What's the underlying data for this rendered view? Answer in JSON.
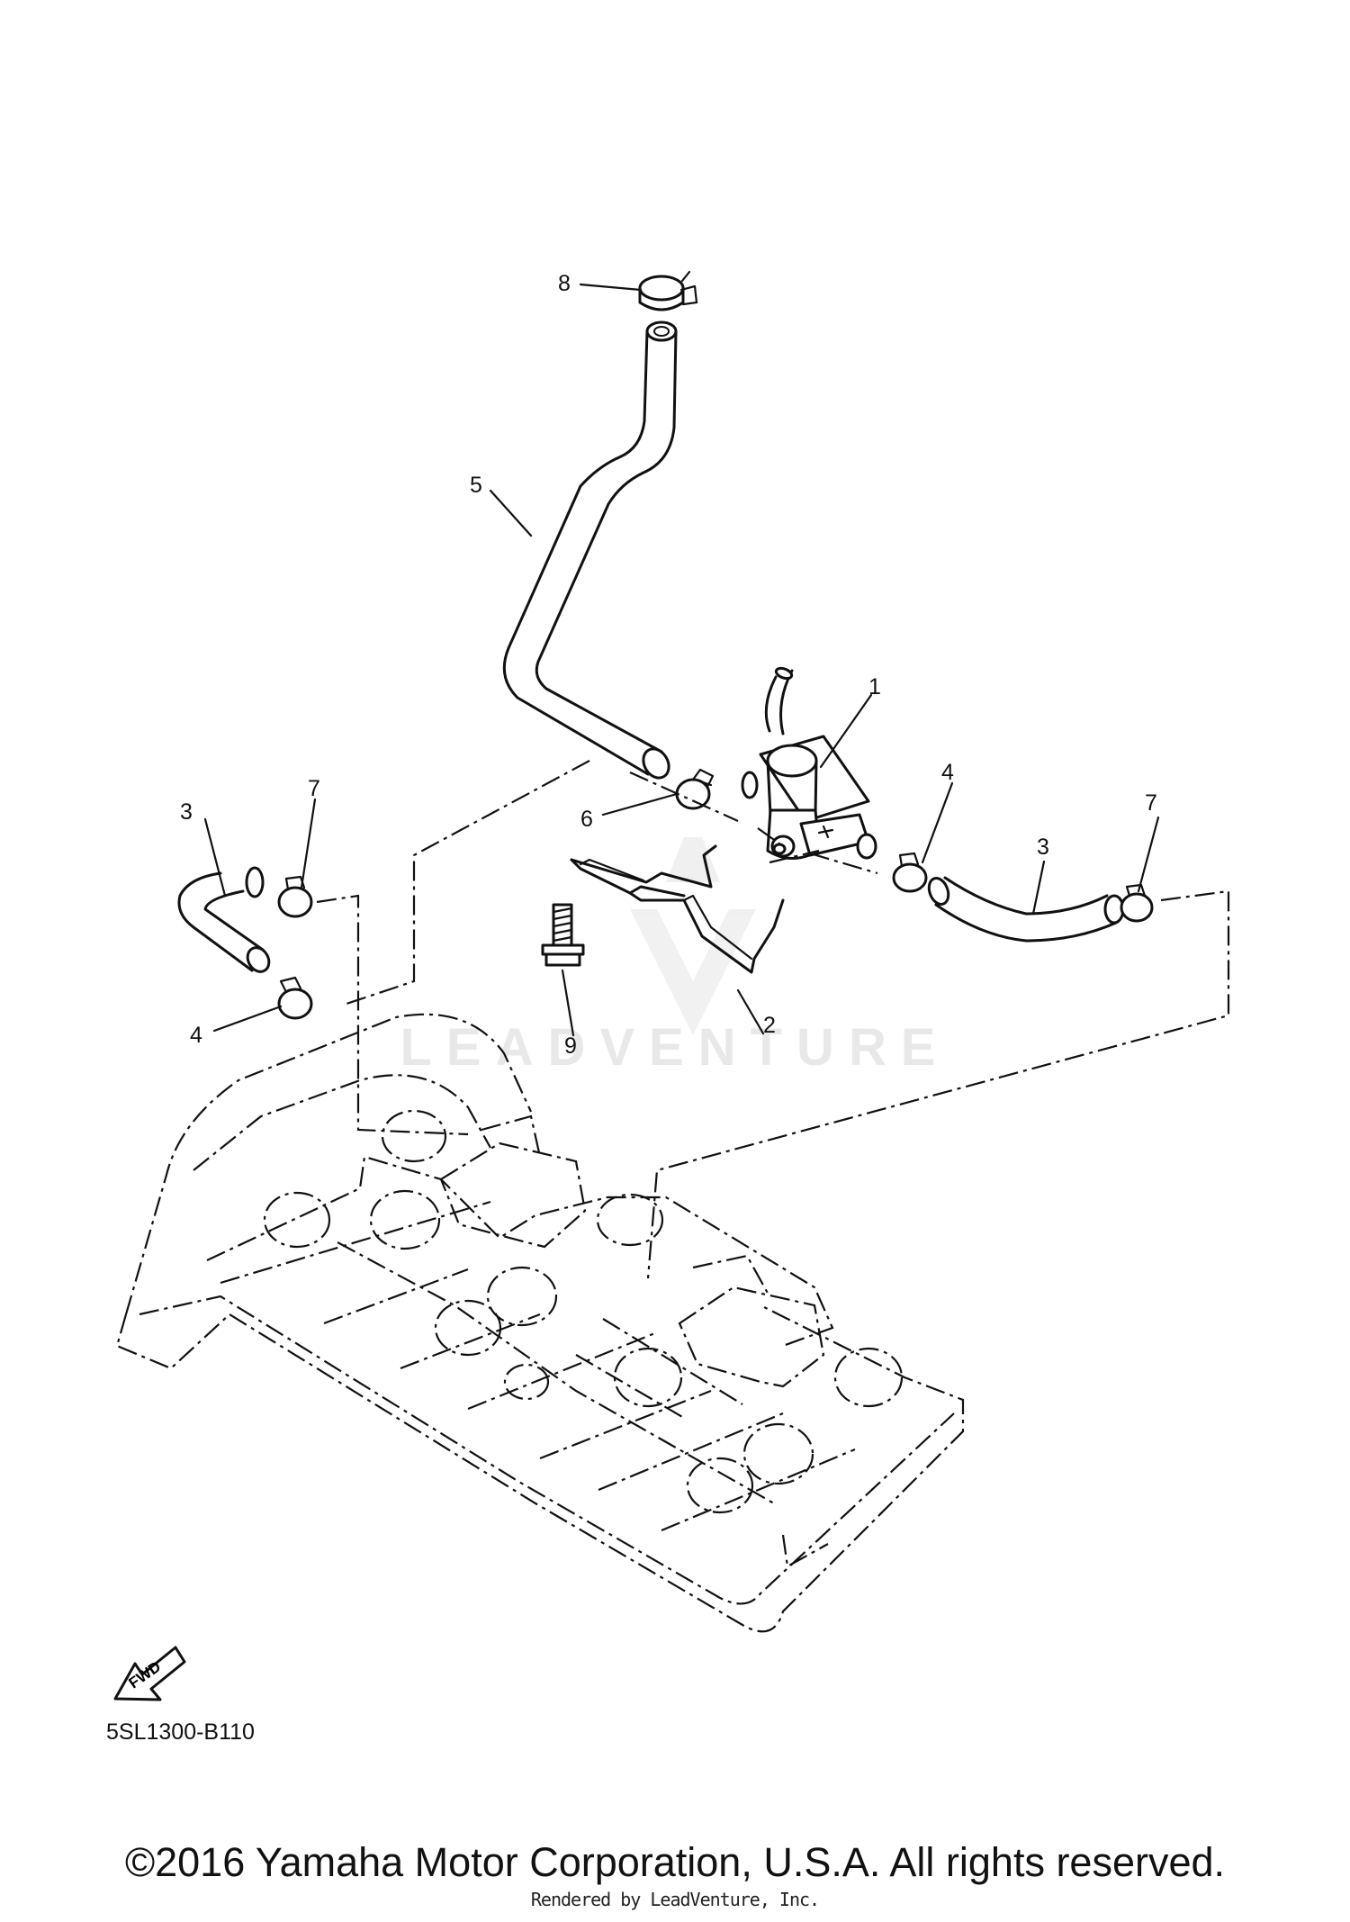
{
  "watermark_text": "LEADVENTURE",
  "callouts": [
    {
      "id": "c1",
      "label": "1"
    },
    {
      "id": "c2",
      "label": "2"
    },
    {
      "id": "c3a",
      "label": "3"
    },
    {
      "id": "c3b",
      "label": "3"
    },
    {
      "id": "c4a",
      "label": "4"
    },
    {
      "id": "c4b",
      "label": "4"
    },
    {
      "id": "c5",
      "label": "5"
    },
    {
      "id": "c6",
      "label": "6"
    },
    {
      "id": "c7a",
      "label": "7"
    },
    {
      "id": "c7b",
      "label": "7"
    },
    {
      "id": "c8",
      "label": "8"
    },
    {
      "id": "c9",
      "label": "9"
    }
  ],
  "fwd_label": "FWD",
  "drawing_code": "5SL1300-B110",
  "copyright": "©2016 Yamaha Motor Corporation, U.S.A. All rights reserved.",
  "rendered_by": "Rendered by LeadVenture, Inc."
}
